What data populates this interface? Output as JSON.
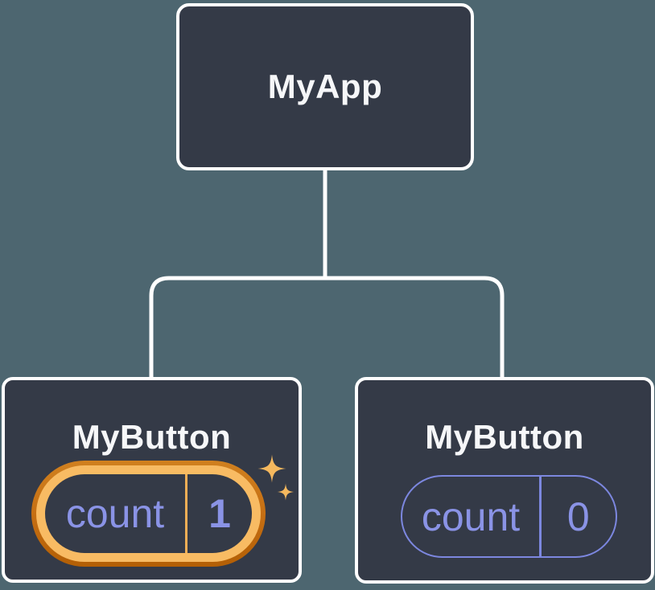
{
  "colors": {
    "background": "#4D6670",
    "node_fill": "#343A47",
    "node_border": "#FFFFFF",
    "connector": "#FFFFFF",
    "label_text": "#F6F7F9",
    "state_text": "#8A93E6",
    "state_pill_border": "#7C87DF",
    "highlight_ring_outer": "#C46D12",
    "highlight_ring_inner": "#F8BB63",
    "highlight_divider": "#F2AE55",
    "sparkle": "#F5B85E"
  },
  "tree": {
    "root": {
      "label": "MyApp"
    },
    "children": [
      {
        "label": "MyButton",
        "state": {
          "name": "count",
          "value": "1"
        },
        "highlighted": true,
        "icon": "sparkles-icon"
      },
      {
        "label": "MyButton",
        "state": {
          "name": "count",
          "value": "0"
        },
        "highlighted": false
      }
    ]
  }
}
